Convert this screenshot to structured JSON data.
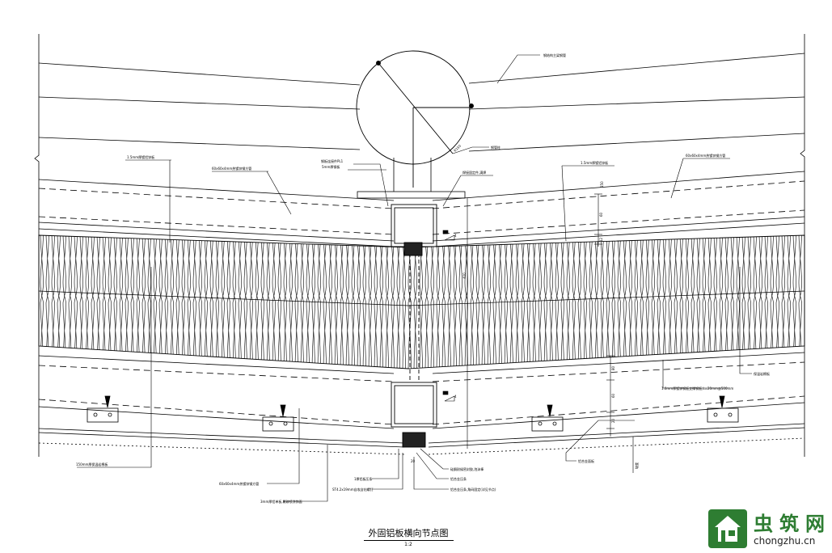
{
  "drawing": {
    "title": "外固铝板横向节点图",
    "scale": "1:2",
    "labels": {
      "top_right_leader": "钢结构主梁钢管",
      "steel_tube": "钢管柱",
      "left_skin": "1.5mm厚镀铝锌板",
      "left_purlin": "60x60x4mm热镀锌钢方管",
      "steel_plate": "钢板连接件PL1",
      "connector": "5mm厚钢板",
      "weld_note": "焊接固定件,满焊",
      "right_skin": "1.5mm厚镀铝锌板",
      "right_purlin": "60x60x4mm热镀锌钢方管",
      "insulation": "保温岩棉板",
      "rivet_note": "1.0mm厚镀锌钢板支撑钢板,L=20mm@500mm",
      "aluminum_panel": "铝合金面板",
      "bottom_left": "150mm厚保温岩棉板",
      "bottom_purlin": "60x60x4mm热镀锌钢方管",
      "outer_panel": "3mm厚铝单板,氟碳喷涂饰面",
      "seal": "1厚铝板压条",
      "screw": "ST4.2x19mm自攻自钻螺钉",
      "adhesive": "硅酮耐候密封胶,泡沫棒",
      "joint_cover": "铝合金压条",
      "gasket": "铝合金压条,角码固定(详见节点)",
      "dim_150": "150",
      "dim_60a": "60",
      "dim_12": "12",
      "dim_80": "80",
      "dim_60b": "60",
      "dim_20": "20",
      "dim_total": "400",
      "dim_slope": "坡度",
      "dim_radius": "R150",
      "dim_bottom": "20",
      "slope_a": "4",
      "slope_b": "4"
    }
  },
  "watermark": {
    "logo_text": "虫筑网",
    "url": "chongzhu.cn",
    "color": "#2e7d32"
  }
}
